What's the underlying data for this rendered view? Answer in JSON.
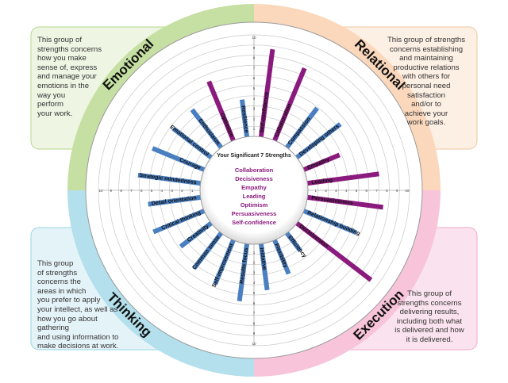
{
  "quadrants": [
    {
      "key": "emotional",
      "name": "Emotional",
      "color": "#8dc63f",
      "fill": "#eef5e3",
      "description": "This group of\nstrengths concerns\nhow you make\nsense of, express\nand manage your\nemotions in the\nway you\nperform\nyour work."
    },
    {
      "key": "relational",
      "name": "Relational",
      "color": "#f5a96b",
      "fill": "#fcefe3",
      "description": "This group of strengths\nconcerns establishing\nand maintaining\nproductive relations\nwith others for\npersonal need\nsatisfaction\nand/or to\nachieve your\nwork goals."
    },
    {
      "key": "thinking",
      "name": "Thinking",
      "color": "#5bc4d8",
      "fill": "#e4f3f8",
      "description": "This group\nof strengths\nconcerns the\nareas in which\nyou prefer to apply\nyour intellect, as well as\nhow you go about gathering\nand using information to\nmake decisions at work."
    },
    {
      "key": "execution",
      "name": "Execution",
      "color": "#ec7fad",
      "fill": "#fae3ee",
      "description": "This group of\nstrengths concerns\ndelivering results,\nincluding both what\nis delivered and how\nit is delivered."
    }
  ],
  "center": {
    "heading": "Your Significant 7 Strengths",
    "strengths": [
      "Collaboration",
      "Decisiveness",
      "Empathy",
      "Leading",
      "Optimism",
      "Persuasiveness",
      "Self-confidence"
    ]
  },
  "chart_data": {
    "type": "bar",
    "subtype": "radial",
    "title": "",
    "rlim": [
      0,
      10
    ],
    "scale_labels": [
      "1",
      "2",
      "3",
      "4",
      "5",
      "6",
      "7",
      "8",
      "9",
      "10"
    ],
    "colors": {
      "significant": "#8b1a7e",
      "other": "#4a7fc1"
    },
    "categories": [
      "Self-confidence",
      "Collaboration",
      "Compassion",
      "Developing others",
      "Empathy",
      "Leading",
      "Persuasiveness",
      "Relationship building",
      "Decisiveness",
      "Efficiency",
      "Flexibility",
      "Initiative",
      "Results focus",
      "Self-improvement",
      "Common sense",
      "Creativity",
      "Critical thinking",
      "Detail orientation",
      "Strategic mindedness",
      "Courage",
      "Emotional control",
      "Enthusiasm",
      "Optimism",
      "Resilience"
    ],
    "values": [
      8.7,
      7.7,
      4.9,
      5.4,
      3.8,
      7.1,
      7.5,
      5.6,
      9.2,
      2.2,
      3.6,
      4.6,
      5.7,
      4.7,
      4.4,
      3.8,
      5.4,
      5.2,
      6.2,
      5.5,
      4.7,
      4.7,
      6.3,
      3.7
    ],
    "significant": [
      true,
      true,
      false,
      false,
      true,
      true,
      true,
      false,
      true,
      false,
      false,
      false,
      false,
      false,
      false,
      false,
      false,
      false,
      false,
      false,
      false,
      false,
      true,
      false
    ]
  }
}
